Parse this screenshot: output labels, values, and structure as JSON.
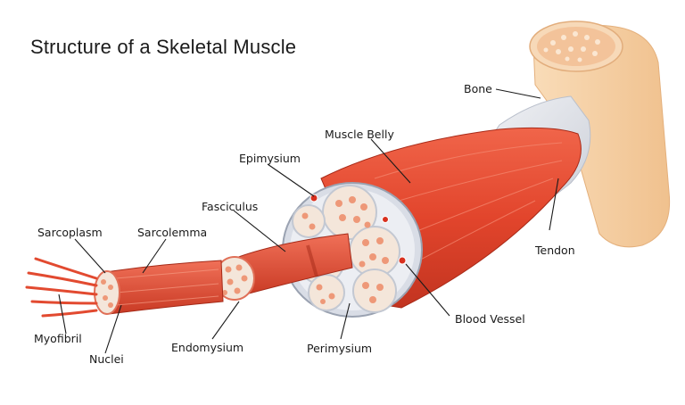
{
  "title": "Structure of a Skeletal Muscle",
  "labels": {
    "bone": "Bone",
    "muscle_belly": "Muscle Belly",
    "epimysium": "Epimysium",
    "fasciculus": "Fasciculus",
    "sarcoplasm": "Sarcoplasm",
    "sarcolemma": "Sarcolemma",
    "tendon": "Tendon",
    "blood_vessel": "Blood Vessel",
    "perimysium": "Perimysium",
    "endomysium": "Endomysium",
    "myofibril": "Myofibril",
    "nuclei": "Nuclei"
  },
  "colors": {
    "muscle": "#e2452c",
    "muscle_dark": "#b82a18",
    "tendon": "#dfe2e8",
    "bone": "#f7d3a8",
    "bone_marrow": "#f3c39a",
    "fiber_core": "#f6eadf",
    "nucleus": "#e9866a"
  }
}
